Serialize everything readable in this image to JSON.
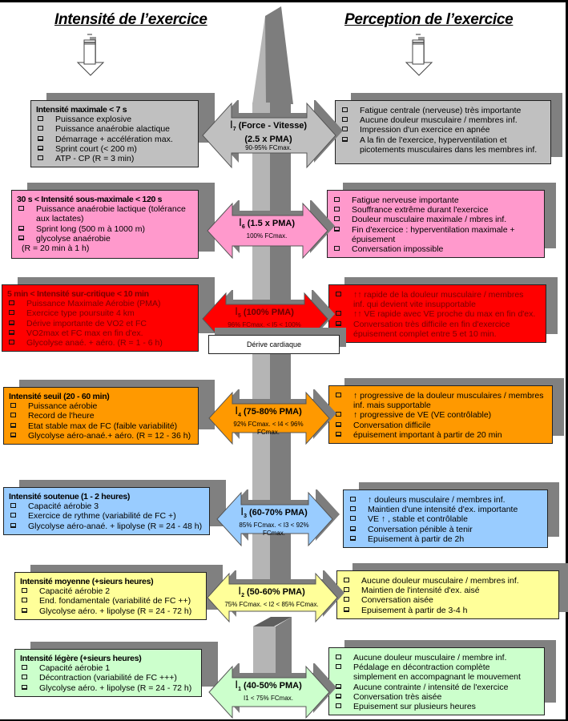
{
  "titles": {
    "left": "Intensité de l’exercice",
    "right": "Perception de l’exercice"
  },
  "colors": {
    "I7": "#c0c0c0",
    "I6": "#ff99cc",
    "I5": "#ff0000",
    "I4": "#ff9900",
    "I3": "#99ccff",
    "I2": "#ffff99",
    "I1": "#ccffcc",
    "shadow": "#808080",
    "spine_light": "#b2b2b2",
    "spine_dark": "#7a7a7a"
  },
  "derive_label": "Dérive cardiaque",
  "levels": [
    {
      "id": "I7",
      "arrow": {
        "idx": "7",
        "title": "(Force - Vitesse)",
        "line2": "(2.5 x PMA)",
        "fc": "90-95% FCmax."
      },
      "left": {
        "heading": "Intensité maximale < 7 s",
        "items": [
          "Puissance explosive",
          "Puissance anaérobie alactique",
          "Démarrage + accélération max.",
          "Sprint court (< 200 m)",
          "ATP - CP (R = 3 min)"
        ]
      },
      "right": {
        "items": [
          "Fatigue centrale (nerveuse) très importante",
          "Aucune douleur musculaire / membres inf.",
          "Impression d'un exercice en apnée",
          "A la fin de l'exercice, hyperventilation et",
          "picotements musculaires dans les membres inf."
        ]
      }
    },
    {
      "id": "I6",
      "arrow": {
        "idx": "6",
        "title": "(1.5 x PMA)",
        "fc": "100% FCmax."
      },
      "left": {
        "heading": "30 s  < Intensité sous-maximale < 120 s",
        "items": [
          "Puissance anaérobie lactique (tolérance",
          "aux lactates)",
          "Sprint long (500 m à 1000 m)",
          "glycolyse anaérobie",
          "(R = 20 min à 1 h)"
        ]
      },
      "right": {
        "items": [
          "Fatigue nerveuse importante",
          "Souffrance extrême durant l'exercice",
          "Douleur musculaire maximale / mbres inf.",
          "Fin d'exercice : hyperventilation maximale +",
          "épuisement",
          "Conversation impossible"
        ]
      }
    },
    {
      "id": "I5",
      "arrow": {
        "idx": "5",
        "title": "(100% PMA)",
        "fc": "96% FCmax. < I5 < 100% FCmax."
      },
      "left": {
        "heading": "5 min < Intensité sur-critique < 10 min",
        "items": [
          "Puissance Maximale Aérobie (PMA)",
          "Exercice type poursuite 4 km",
          "Dérive importante de VO2 et FC",
          "VO2max et FC max en fin d'ex.",
          "Glycolyse anaé. + aéro. (R = 1 - 6 h)"
        ]
      },
      "right": {
        "items": [
          "↑↑ rapide de la douleur musculaire / membres",
          "inf. qui devient vite insupportable",
          "↑↑ VE rapide avec VE proche du max en fin d'ex.",
          "Conversation très difficile en fin d'exercice",
          "épuisement complet entre 5 et 10 min."
        ]
      }
    },
    {
      "id": "I4",
      "arrow": {
        "idx": "4",
        "title": "(75-80% PMA)",
        "fc": "92% FCmax. < I4 < 96% FCmax."
      },
      "left": {
        "heading": "Intensité seuil (20 - 60 min)",
        "items": [
          "Puissance aérobie",
          "Record de l'heure",
          "Etat stable max de FC (faible variabilité)",
          "Glycolyse aéro-anaé.+ aéro. (R = 12 - 36 h)"
        ]
      },
      "right": {
        "items": [
          "↑ progressive de la douleur musculaires / membres",
          "inf. mais supportable",
          "↑ progressive de VE (VE contrôlable)",
          "Conversation difficile",
          "épuisement important à partir de 20 min"
        ]
      }
    },
    {
      "id": "I3",
      "arrow": {
        "idx": "3",
        "title": "(60-70% PMA)",
        "fc": "85% FCmax. < I3 < 92% FCmax."
      },
      "left": {
        "heading": "Intensité soutenue (1 - 2 heures)",
        "items": [
          "Capacité aérobie 3",
          "Exercice de rythme (variabilité de FC +)",
          "Glycolyse aéro-anaé. + lipolyse (R = 24 - 48 h)"
        ]
      },
      "right": {
        "items": [
          "↑ douleurs musculaire / membres inf.",
          "Maintien d'une intensité d'ex. importante",
          "VE ↑ , stable et contrôlable",
          "Conversation pénible à tenir",
          "Epuisement à partir de 2h"
        ]
      }
    },
    {
      "id": "I2",
      "arrow": {
        "idx": "2",
        "title": "(50-60% PMA)",
        "fc": "75% FCmax. < I2 < 85% FCmax."
      },
      "left": {
        "heading": "Intensité moyenne (+sieurs heures)",
        "items": [
          "Capacité aérobie 2",
          "End. fondamentale (variabilité de FC ++)",
          "Glycolyse aéro. + lipolyse (R = 24 - 72 h)"
        ]
      },
      "right": {
        "items": [
          "Aucune douleur musculaire / membres inf.",
          "Maintien de l'intensité d'ex. aisé",
          "Conversation aisée",
          "Epuisement à partir de 3-4 h"
        ]
      }
    },
    {
      "id": "I1",
      "arrow": {
        "idx": "1",
        "title": "(40-50% PMA)",
        "fc": "I1 < 75% FCmax."
      },
      "left": {
        "heading": "Intensité légère (+sieurs heures)",
        "items": [
          "Capacité aérobie 1",
          "Décontraction (variabilité de FC +++)",
          "Glycolyse aéro. + lipolyse (R = 24 - 72 h)"
        ]
      },
      "right": {
        "items": [
          "Aucune douleur musculaire / membre inf.",
          "Pédalage en décontraction complète",
          "simplement en accompagnant le mouvement",
          "Aucune contrainte / intensité de l'exercice",
          "Conversation très aisée",
          "Epuisement sur plusieurs heures"
        ]
      }
    }
  ]
}
